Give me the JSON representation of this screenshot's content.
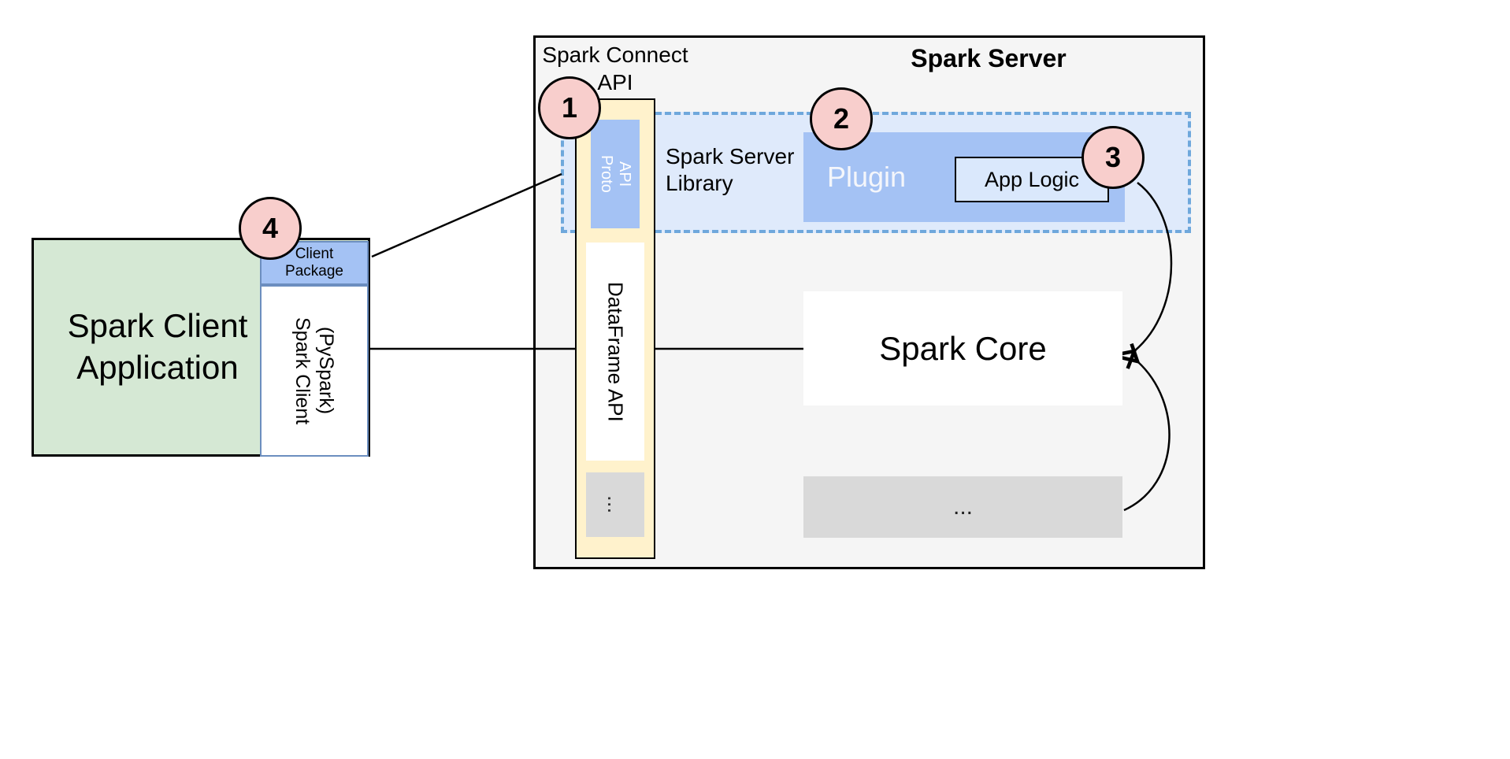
{
  "client": {
    "application_label": "Spark Client Application",
    "package_label": "Client Package",
    "library_label": "Spark Client (PySpark)",
    "badge": "4"
  },
  "server": {
    "title": "Spark Server",
    "connect_api_label": "Spark Connect API",
    "proto_api_label": "Proto API",
    "library_label": "Spark Server Library",
    "plugin_label": "Plugin",
    "app_logic_label": "App Logic",
    "dataframe_api_label": "DataFrame API",
    "api_column_ellipsis": "...",
    "core_label": "Spark Core",
    "bottom_ellipsis": "...",
    "badge_proto_api": "1",
    "badge_plugin": "2",
    "badge_app_logic": "3"
  },
  "colors": {
    "server_background": "#f5f5f5",
    "client_green": "#d5e8d4",
    "blue_fill": "#a4c2f4",
    "light_blue_fill": "#dae8fc",
    "yellow_fill": "#fff2cc",
    "gray_fill": "#d9d9d9",
    "badge_pink": "#f8cecc",
    "dashed_border_blue": "#6fa8dc",
    "client_border_blue": "#6c8ebf"
  }
}
